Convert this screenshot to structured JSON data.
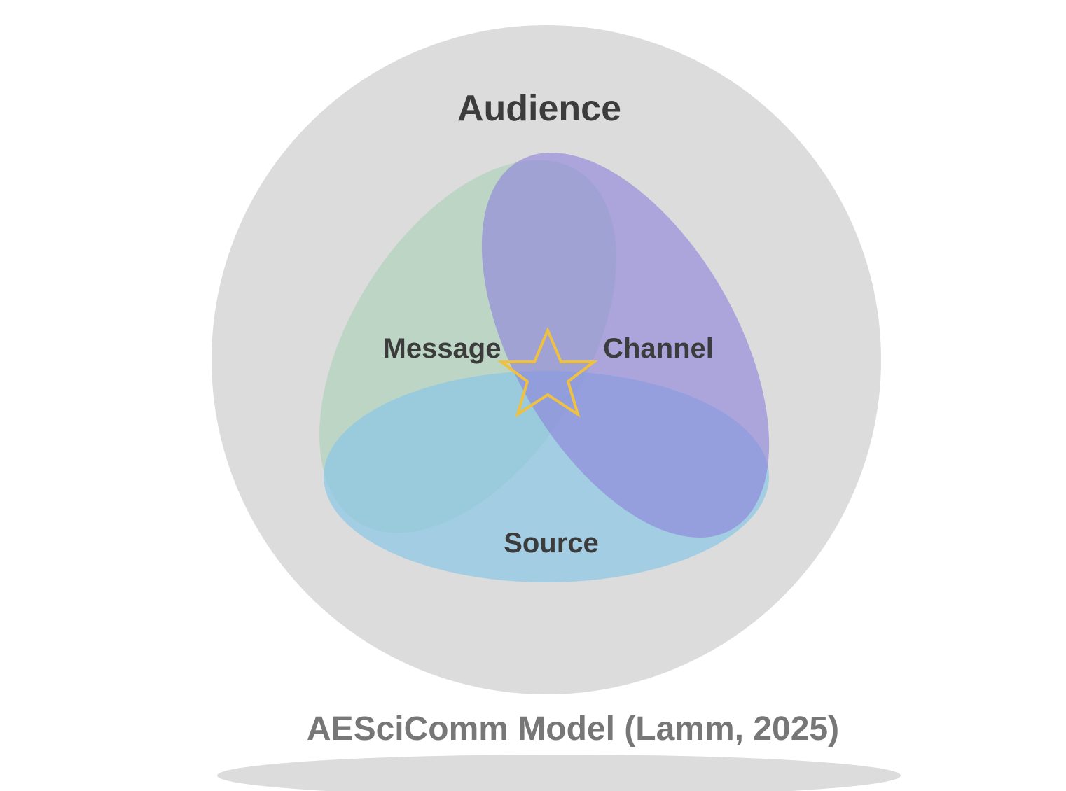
{
  "diagram": {
    "audience_label": "Audience",
    "message_label": "Message",
    "channel_label": "Channel",
    "source_label": "Source",
    "caption": "AESciComm Model (Lamm, 2025)",
    "center_marker_icon": "star-icon"
  },
  "colors": {
    "audience_fill": "#dcdcdc",
    "message_fill": "#a8d0b4",
    "channel_fill": "#8e82dc",
    "source_fill": "#8cc8e6",
    "star_stroke": "#f0c040",
    "label_text": "#3c3c3c",
    "caption_text": "#777777",
    "base_shadow": "#dcdcdc"
  }
}
